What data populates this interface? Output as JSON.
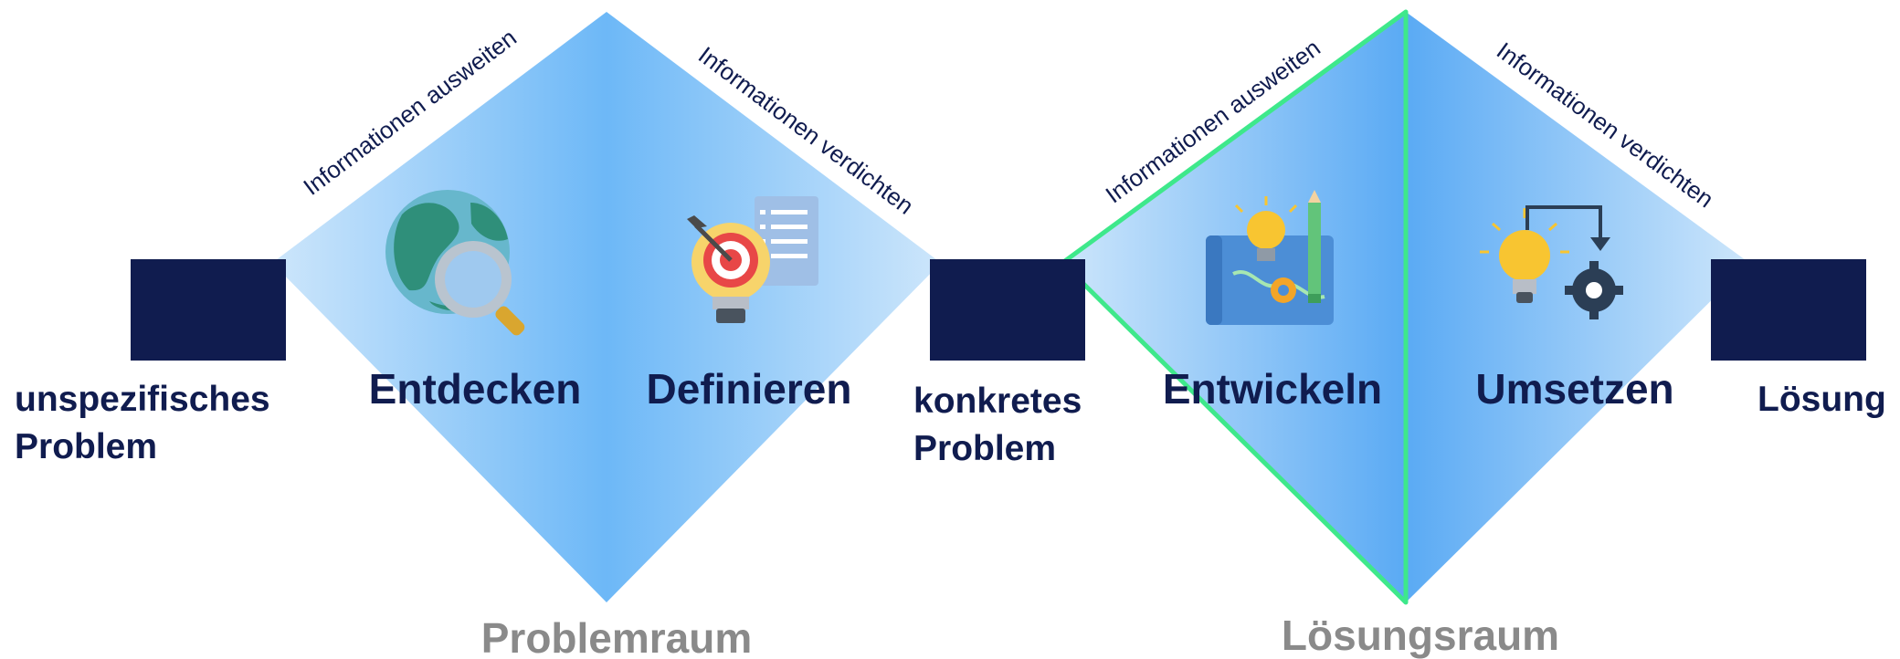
{
  "colors": {
    "navy": "#101c4f",
    "diamond_edge": "#cde6fb",
    "diamond_center": "#6db8f7",
    "diamond_right_center": "#5aaaf4",
    "highlight_outline": "#3ee88b",
    "space_label": "#8a8a8a",
    "white": "#ffffff"
  },
  "diagram": {
    "stages": [
      {
        "label": "Entdecken",
        "icon": "globe-magnifier-icon"
      },
      {
        "label": "Definieren",
        "icon": "target-lightbulb-document-icon"
      },
      {
        "label": "Entwickeln",
        "icon": "blueprint-lightbulb-pencil-icon"
      },
      {
        "label": "Umsetzen",
        "icon": "lightbulb-gear-icon"
      }
    ],
    "arrows": [
      {
        "text": "Informationen ausweiten"
      },
      {
        "text": "Informationen verdichten"
      },
      {
        "text": "Informationen ausweiten"
      },
      {
        "text": "Informationen verdichten"
      }
    ],
    "nodes": [
      {
        "lines": [
          "unspezifisches",
          "Problem"
        ]
      },
      {
        "lines": [
          "konkretes",
          "Problem"
        ]
      },
      {
        "lines": [
          "Lösung"
        ]
      }
    ],
    "spaces": [
      {
        "label": "Problemraum"
      },
      {
        "label": "Lösungsraum"
      }
    ]
  }
}
